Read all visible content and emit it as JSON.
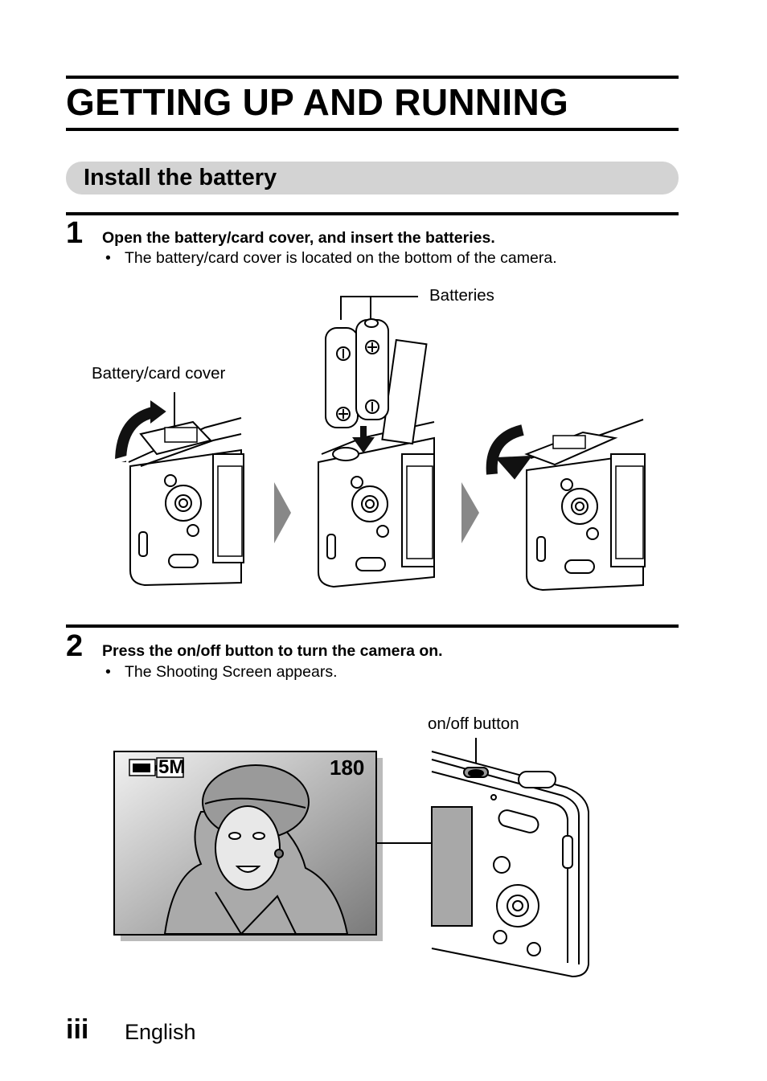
{
  "page": {
    "title": "GETTING UP AND RUNNING",
    "section_title": "Install the battery"
  },
  "steps": [
    {
      "number": "1",
      "heading": "Open the battery/card cover, and insert the batteries.",
      "bullet": "The battery/card cover is located on the bottom of the camera."
    },
    {
      "number": "2",
      "heading": "Press the on/off button to turn the camera on.",
      "bullet": "The Shooting Screen appears."
    }
  ],
  "labels": {
    "batteries": "Batteries",
    "battery_card_cover": "Battery/card cover",
    "on_off_button": "on/off button"
  },
  "screen": {
    "image_size": "5M",
    "shots_remaining": "180"
  },
  "footer": {
    "page_number": "iii",
    "language": "English"
  },
  "icons": [
    "battery-icon",
    "arrow-icon",
    "camera-icon",
    "screen-icon",
    "person-icon"
  ]
}
